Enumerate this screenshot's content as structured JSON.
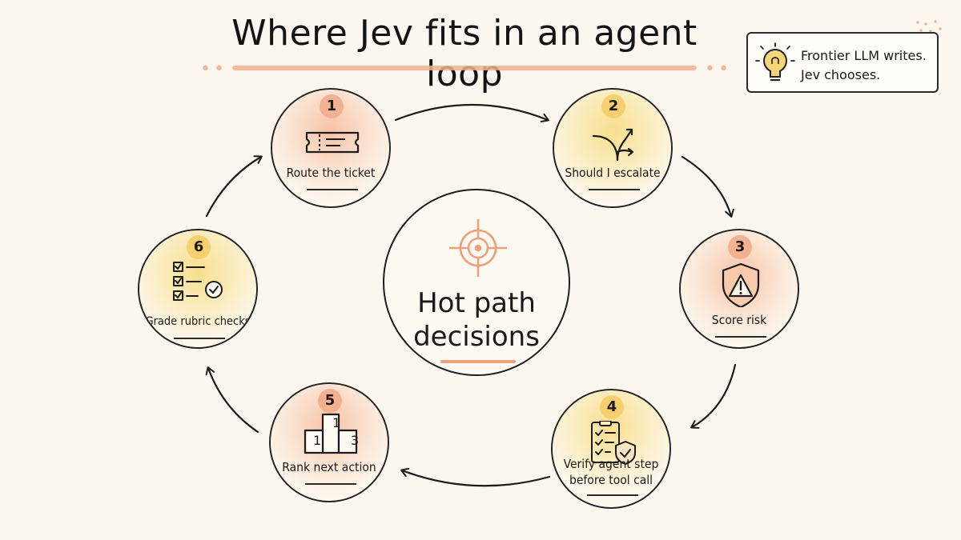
{
  "title": "Where Jev fits in an agent loop",
  "tip": {
    "line1": "Frontier LLM writes.",
    "line2": "Jev chooses.",
    "icon": "lightbulb-icon"
  },
  "center": {
    "line1": "Hot path",
    "line2": "decisions",
    "icon": "target-icon"
  },
  "steps": [
    {
      "number": "1",
      "label": "Route the ticket",
      "icon": "ticket-icon"
    },
    {
      "number": "2",
      "label": "Should I escalate",
      "icon": "branching-arrows-icon"
    },
    {
      "number": "3",
      "label": "Score risk",
      "icon": "shield-warning-icon"
    },
    {
      "number": "4",
      "label_line1": "Verify agent step",
      "label_line2": "before tool call",
      "icon": "checklist-shield-icon"
    },
    {
      "number": "5",
      "label": "Rank next action",
      "icon": "podium-icon",
      "podium": [
        "1",
        "1",
        "3"
      ]
    },
    {
      "number": "6",
      "label": "Grade rubric checks",
      "icon": "rubric-checklist-icon"
    }
  ],
  "colors": {
    "background": "#fbf7ee",
    "accent_peach": "#f1b08e",
    "accent_yellow": "#f7d87c",
    "ink": "#1c1c1c"
  }
}
